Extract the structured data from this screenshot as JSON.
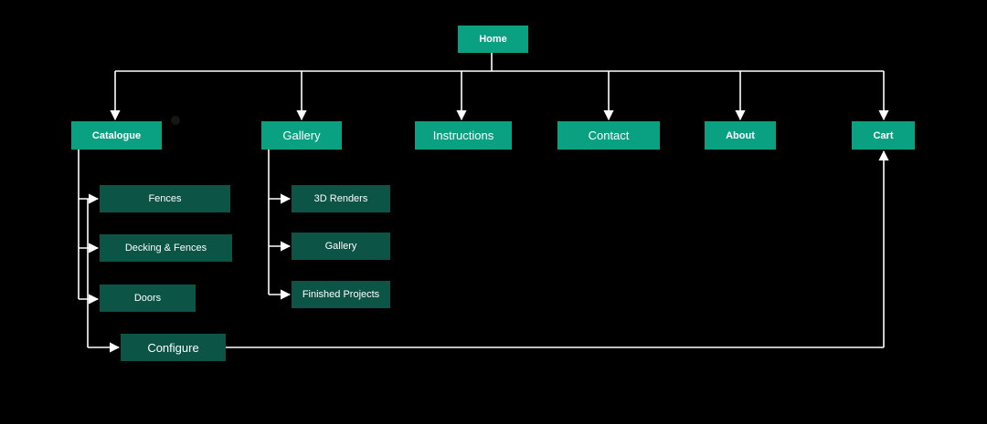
{
  "home": {
    "label": "Home"
  },
  "top_level": {
    "catalogue": "Catalogue",
    "gallery": "Gallery",
    "instructions": "Instructions",
    "contact": "Contact",
    "about": "About",
    "cart": "Cart"
  },
  "catalogue_children": {
    "fences": "Fences",
    "decking": "Decking & Fences",
    "doors": "Doors",
    "configure": "Configure"
  },
  "gallery_children": {
    "renders": "3D Renders",
    "gallery": "Gallery",
    "finished": "Finished Projects"
  },
  "colors": {
    "background": "#000000",
    "primary_node": "#0aa183",
    "secondary_node": "#0b5446",
    "connector": "#ffffff"
  }
}
